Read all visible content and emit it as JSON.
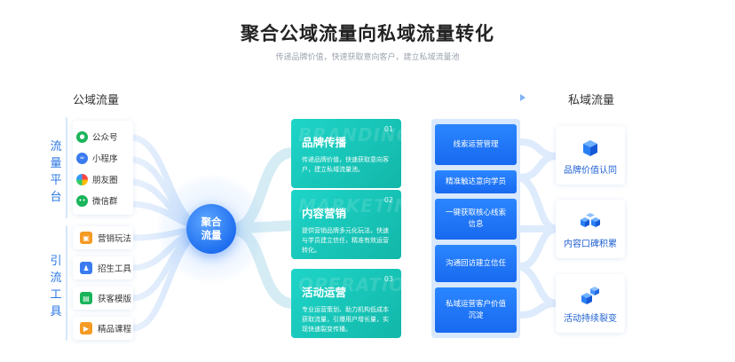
{
  "header": {
    "title": "聚合公域流量向私域流量转化",
    "subtitle": "传递品牌价值，快速获取意向客户，建立私域流量池"
  },
  "columns": {
    "left_title": "公域流量",
    "right_title": "私域流量"
  },
  "left": {
    "group1_label": [
      "流",
      "量",
      "平",
      "台"
    ],
    "sources": [
      {
        "label": "公众号",
        "icon": "wechat-official-icon"
      },
      {
        "label": "小程序",
        "icon": "mini-program-icon"
      },
      {
        "label": "朋友圈",
        "icon": "moments-icon"
      },
      {
        "label": "微信群",
        "icon": "wechat-group-icon"
      }
    ],
    "group2_label": [
      "引",
      "流",
      "工",
      "具"
    ],
    "tools": [
      {
        "label": "营销玩法",
        "icon": "marketing-icon"
      },
      {
        "label": "招生工具",
        "icon": "enroll-icon"
      },
      {
        "label": "获客模版",
        "icon": "template-icon"
      },
      {
        "label": "精品课程",
        "icon": "course-icon"
      }
    ]
  },
  "hub": {
    "line1": "聚合",
    "line2": "流量"
  },
  "middle": [
    {
      "title": "品牌传播",
      "num": "01",
      "bg": "BRANDING",
      "desc": "传递品牌价值，快速获取意向客户，建立私域流量池。"
    },
    {
      "title": "内容营销",
      "num": "02",
      "bg": "MARKETING",
      "desc": "提供营销品牌多元化玩法，快速与学员建立信任，精准有效运营转化。"
    },
    {
      "title": "活动运营",
      "num": "03",
      "bg": "OPERATION",
      "desc": "专业运营策划、助力机构低成本获取流量，引爆用户增长量，实现快速裂变传播。"
    }
  ],
  "process": [
    "线索运营管理",
    "精准触达意向学员",
    "一键获取核心线索信息",
    "沟通回访建立信任",
    "私域运营客户价值沉淀"
  ],
  "results": [
    {
      "label": "品牌价值认同",
      "icon": "cube-icon"
    },
    {
      "label": "内容口碑积累",
      "icon": "cubes-icon"
    },
    {
      "label": "活动持续裂变",
      "icon": "cube-stack-icon"
    }
  ],
  "colors": {
    "accent": "#1f6ff0",
    "teal": "#19c6b8",
    "lightblue": "#d8e8fd"
  }
}
